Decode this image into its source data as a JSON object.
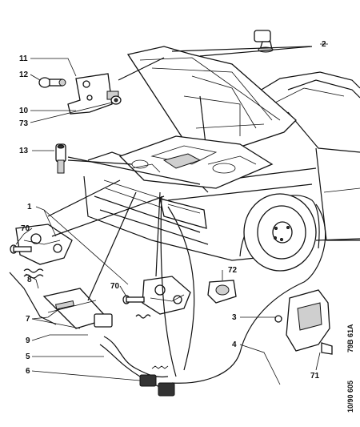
{
  "callouts": [
    {
      "id": "c2",
      "text": "2"
    },
    {
      "id": "c11",
      "text": "11"
    },
    {
      "id": "c12",
      "text": "12"
    },
    {
      "id": "c10",
      "text": "10"
    },
    {
      "id": "c73",
      "text": "73"
    },
    {
      "id": "c13",
      "text": "13"
    },
    {
      "id": "c1",
      "text": "1"
    },
    {
      "id": "c70a",
      "text": "70"
    },
    {
      "id": "c8",
      "text": "8"
    },
    {
      "id": "c70b",
      "text": "70"
    },
    {
      "id": "c72",
      "text": "72"
    },
    {
      "id": "c7",
      "text": "7"
    },
    {
      "id": "c3",
      "text": "3"
    },
    {
      "id": "c9",
      "text": "9"
    },
    {
      "id": "c4",
      "text": "4"
    },
    {
      "id": "c5",
      "text": "5"
    },
    {
      "id": "c71",
      "text": "71"
    },
    {
      "id": "c6",
      "text": "6"
    }
  ],
  "side_codes": {
    "figure_code": "79B 61A",
    "sheet_code": "10/90 605"
  }
}
